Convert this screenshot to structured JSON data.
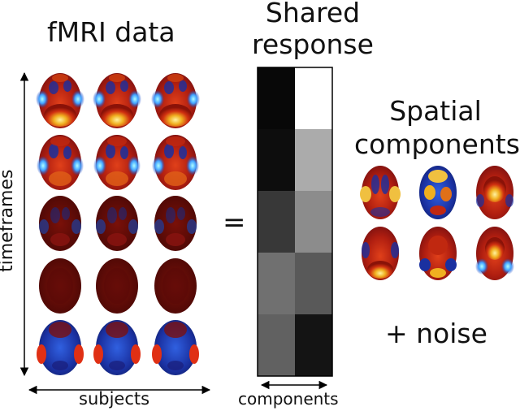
{
  "left_panel": {
    "title": "fMRI data",
    "row_axis_label": "timeframes",
    "column_axis_label": "subjects"
  },
  "middle_panel": {
    "title_line1": "Shared",
    "title_line2": "response",
    "column_axis_label": "components",
    "operator": "=",
    "matrix": [
      [
        0.03,
        1.0
      ],
      [
        0.05,
        0.67
      ],
      [
        0.22,
        0.55
      ],
      [
        0.44,
        0.35
      ],
      [
        0.38,
        0.08
      ]
    ]
  },
  "right_panel": {
    "title_line1": "Spatial",
    "title_line2": "components",
    "noise_text": "+  noise"
  },
  "colors": {
    "positive": "#e8b020",
    "negative": "#2050c0",
    "neutral": "#7a1010",
    "arrow": "#000000"
  }
}
